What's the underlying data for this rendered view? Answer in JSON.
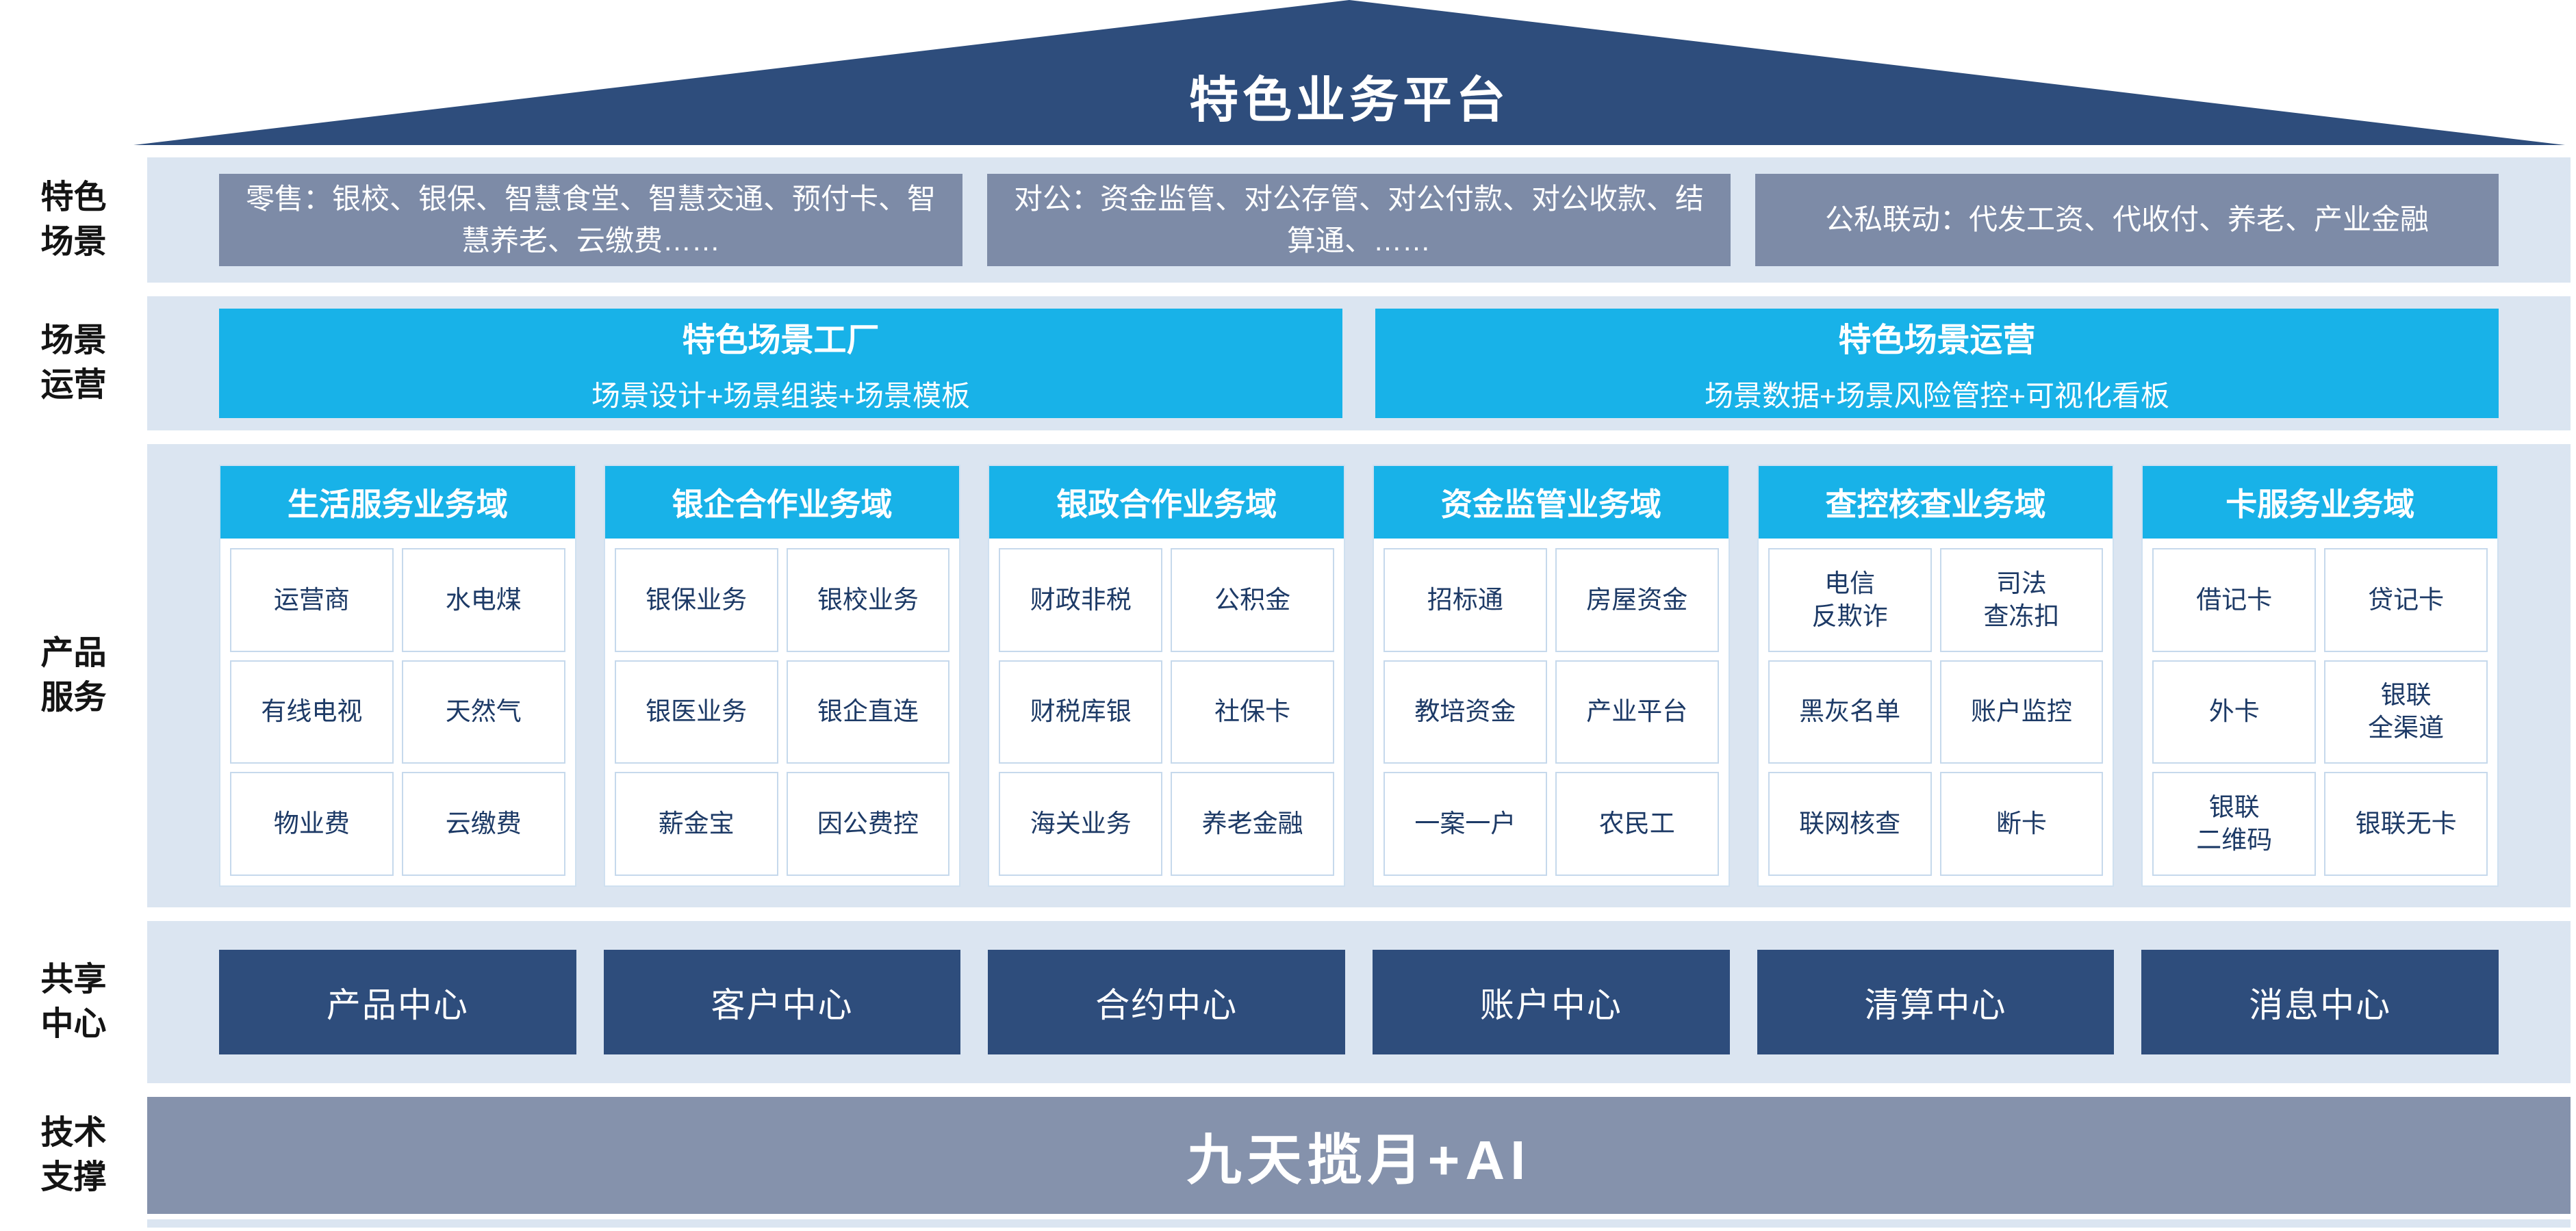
{
  "title": "特色业务平台",
  "colors": {
    "navy": "#2e4d7c",
    "cyan": "#18b2e8",
    "slate": "#7d8ba7",
    "slate_light": "#8592ac",
    "band_bg": "#dbe5f1",
    "cell_border": "#c6d9ec",
    "cell_text": "#1d3a66"
  },
  "bands": {
    "scenes": {
      "label": "特色场景",
      "boxes": [
        "零售：银校、银保、智慧食堂、智慧交通、预付卡、智慧养老、云缴费……",
        "对公：资金监管、对公存管、对公付款、对公收款、结算通、……",
        "公私联动：代发工资、代收付、养老、产业金融"
      ]
    },
    "operation": {
      "label": "场景运营",
      "boxes": [
        {
          "title": "特色场景工厂",
          "subtitle": "场景设计+场景组装+场景模板"
        },
        {
          "title": "特色场景运营",
          "subtitle": "场景数据+场景风险管控+可视化看板"
        }
      ]
    },
    "products": {
      "label": "产品服务",
      "columns": [
        {
          "header": "生活服务业务域",
          "cells": [
            "运营商",
            "水电煤",
            "有线电视",
            "天然气",
            "物业费",
            "云缴费"
          ]
        },
        {
          "header": "银企合作业务域",
          "cells": [
            "银保业务",
            "银校业务",
            "银医业务",
            "银企直连",
            "薪金宝",
            "因公费控"
          ]
        },
        {
          "header": "银政合作业务域",
          "cells": [
            "财政非税",
            "公积金",
            "财税库银",
            "社保卡",
            "海关业务",
            "养老金融"
          ]
        },
        {
          "header": "资金监管业务域",
          "cells": [
            "招标通",
            "房屋资金",
            "教培资金",
            "产业平台",
            "一案一户",
            "农民工"
          ]
        },
        {
          "header": "查控核查业务域",
          "cells": [
            "电信\n反欺诈",
            "司法\n查冻扣",
            "黑灰名单",
            "账户监控",
            "联网核查",
            "断卡"
          ]
        },
        {
          "header": "卡服务业务域",
          "cells": [
            "借记卡",
            "贷记卡",
            "外卡",
            "银联\n全渠道",
            "银联\n二维码",
            "银联无卡"
          ]
        }
      ]
    },
    "shared": {
      "label": "共享中心",
      "centers": [
        "产品中心",
        "客户中心",
        "合约中心",
        "账户中心",
        "清算中心",
        "消息中心"
      ]
    },
    "tech": {
      "label": "技术支撑",
      "text": "九天揽月+AI"
    }
  }
}
